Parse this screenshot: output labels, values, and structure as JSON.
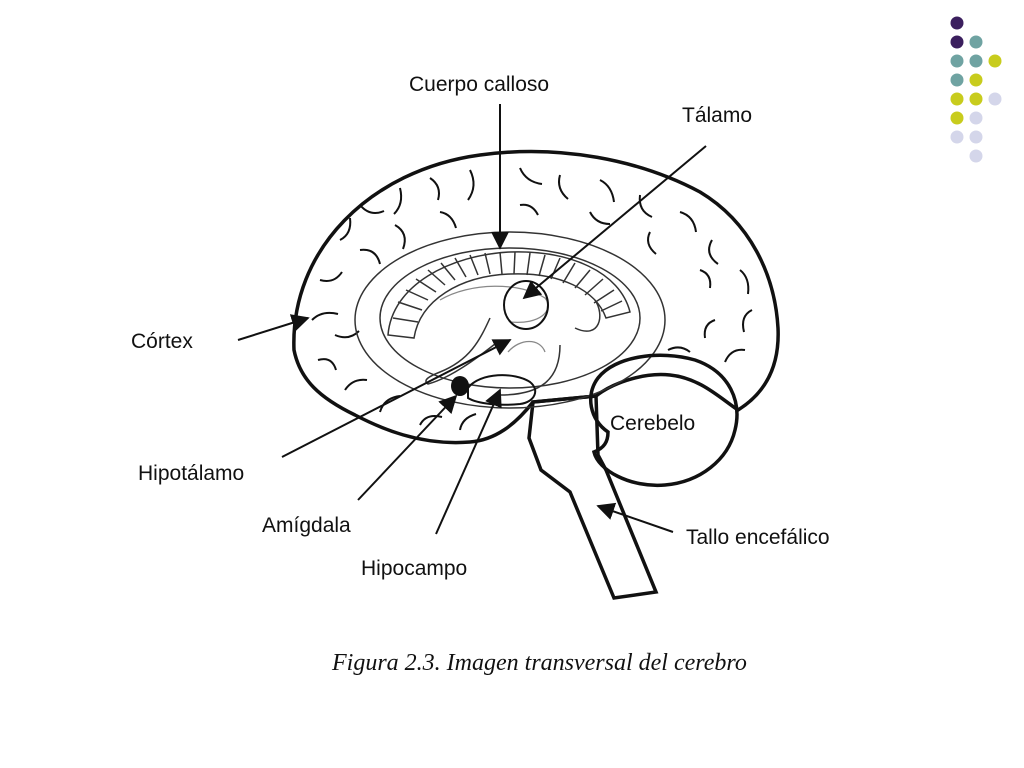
{
  "labels": {
    "corpus_callosum": "Cuerpo calloso",
    "thalamus": "Tálamo",
    "cortex": "Córtex",
    "hypothalamus": "Hipotálamo",
    "amygdala": "Amígdala",
    "hippocampus": "Hipocampo",
    "cerebellum": "Cerebelo",
    "brainstem": "Tallo encefálico"
  },
  "caption": "Figura 2.3. Imagen transversal del cerebro",
  "palette": {
    "purple": "#3b1f5e",
    "teal": "#6fa3a2",
    "lime": "#c8cc1d",
    "lavender": "#d4d6ea"
  },
  "dot_grid": [
    [
      "purple",
      null,
      null
    ],
    [
      "purple",
      "teal",
      null
    ],
    [
      "teal",
      "teal",
      "lime"
    ],
    [
      "teal",
      "lime",
      null
    ],
    [
      "lime",
      "lime",
      "lavender"
    ],
    [
      "lime",
      "lavender",
      null
    ],
    [
      "lavender",
      "lavender",
      null
    ],
    [
      null,
      "lavender",
      null
    ]
  ]
}
